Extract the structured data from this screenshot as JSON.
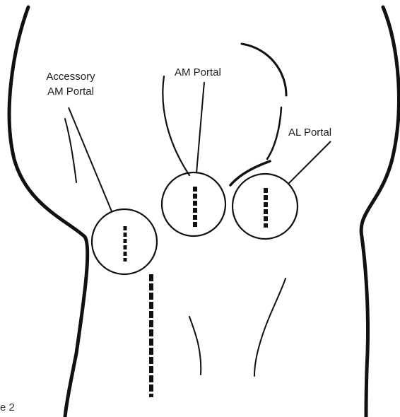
{
  "labels": {
    "accessory_am_portal": [
      "Accessory",
      "AM Portal"
    ],
    "am_portal": "AM Portal",
    "al_portal": "AL Portal",
    "figure_caption": "e 2"
  },
  "colors": {
    "line": "#111111",
    "text": "#1e1e1e"
  }
}
